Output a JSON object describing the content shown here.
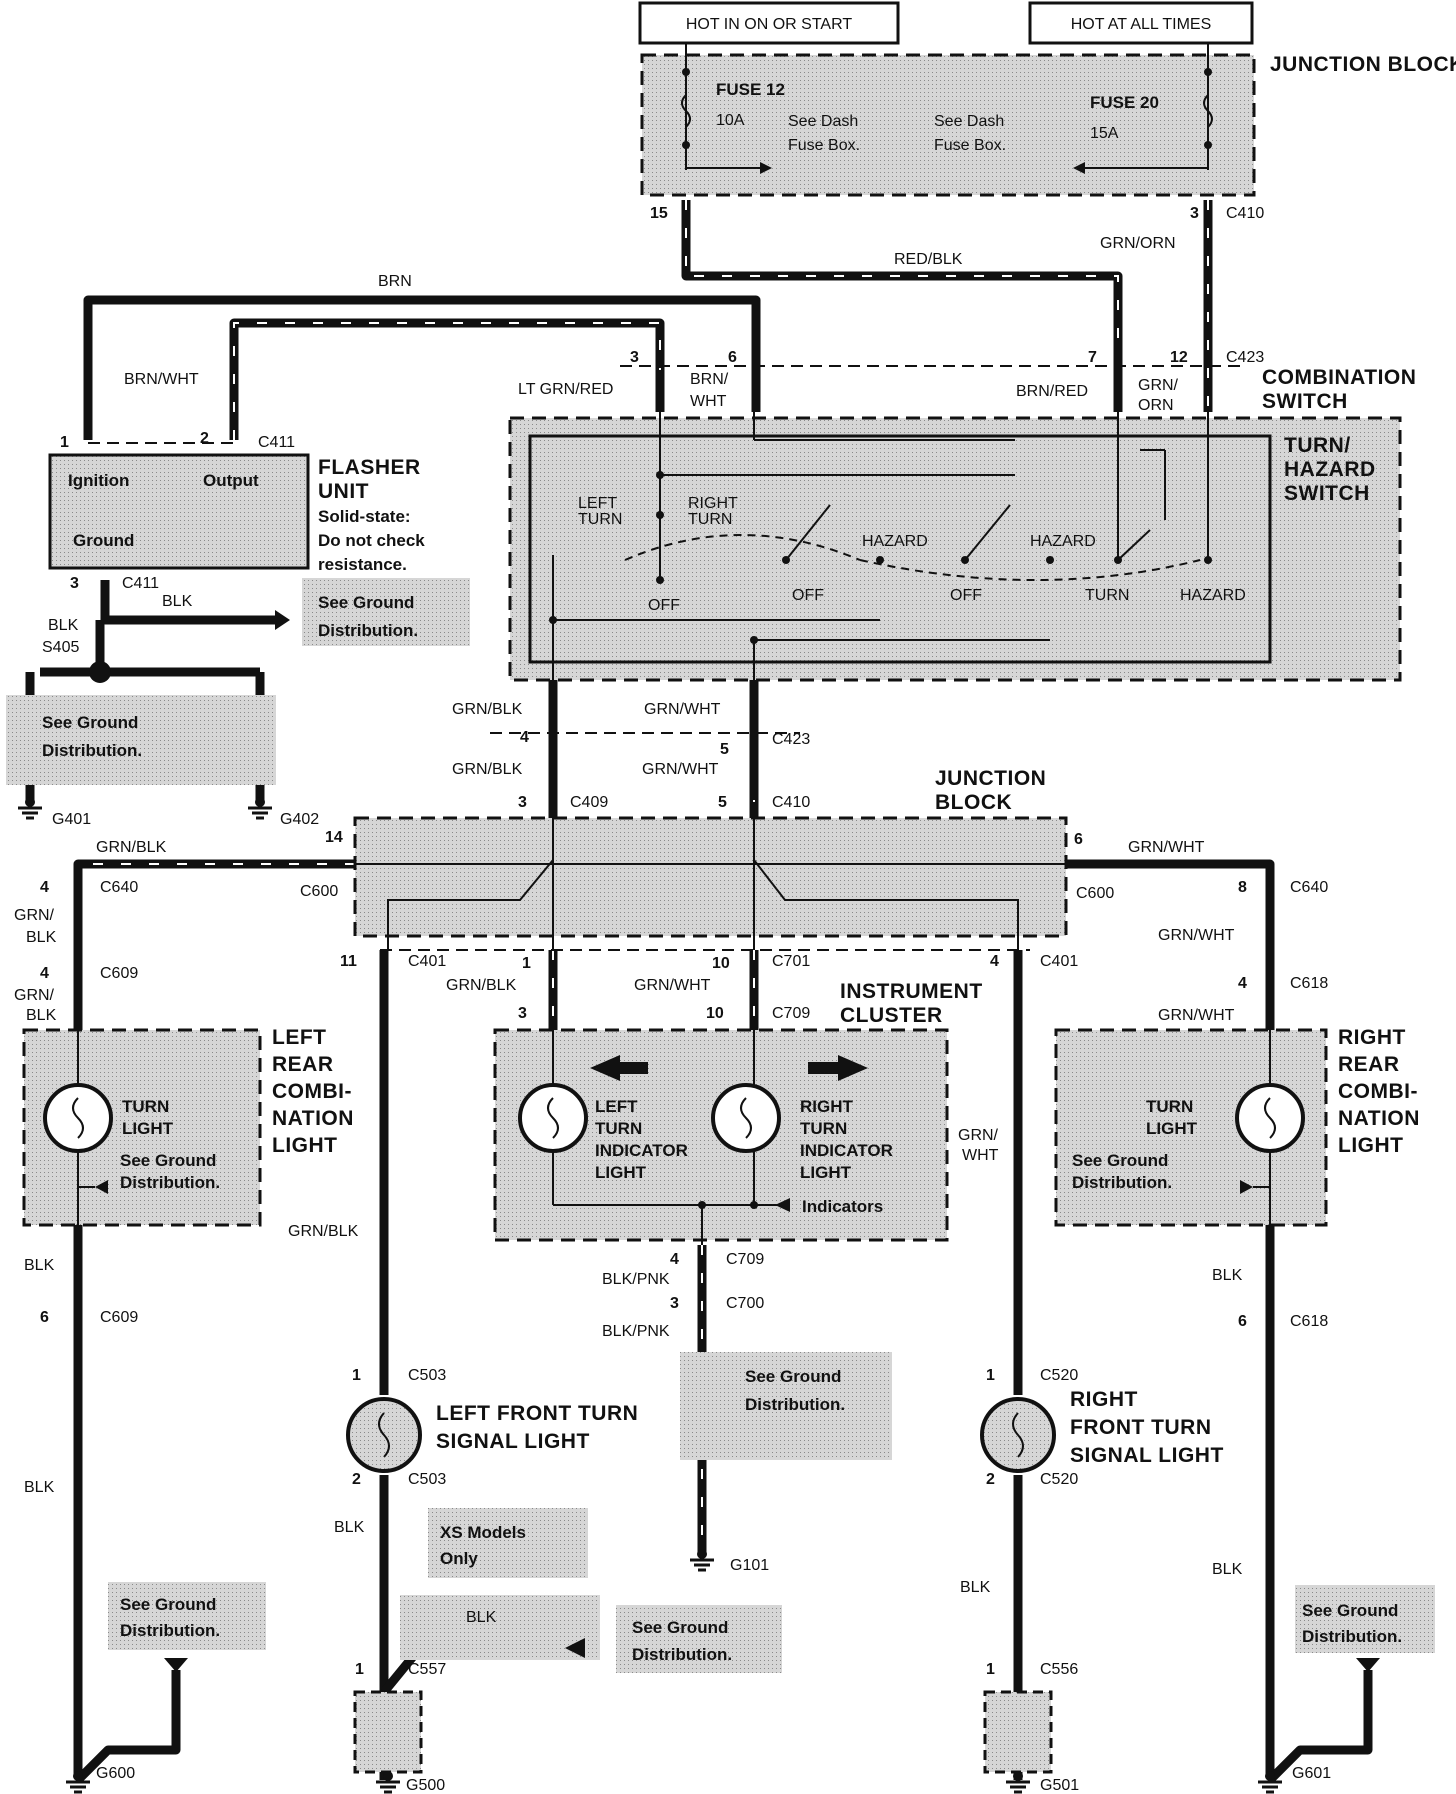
{
  "power": {
    "hot_on_start": "HOT IN ON OR START",
    "hot_all_times": "HOT AT ALL TIMES"
  },
  "junction_top": {
    "label": "JUNCTION BLOCK",
    "fuse12": "FUSE 12",
    "fuse12_amp": "10A",
    "fuse20": "FUSE 20",
    "fuse20_amp": "15A",
    "see_dash": "See Dash",
    "fuse_box": "Fuse Box."
  },
  "wires": {
    "brn": "BRN",
    "red_blk": "RED/BLK",
    "grn_orn": "GRN/ORN",
    "brn_wht": "BRN/WHT",
    "lt_grn_red": "LT GRN/RED",
    "brn_red": "BRN/RED",
    "grn_blk": "GRN/BLK",
    "grn_wht": "GRN/WHT",
    "blk": "BLK",
    "blk_pnk": "BLK/PNK"
  },
  "connectors": {
    "c410": "C410",
    "c423": "C423",
    "c411": "C411",
    "c409": "C409",
    "c600": "C600",
    "c640": "C640",
    "c609": "C609",
    "c401": "C401",
    "c701": "C701",
    "c709": "C709",
    "c618": "C618",
    "c700": "C700",
    "c503": "C503",
    "c520": "C520",
    "c557": "C557",
    "c556": "C556",
    "s405": "S405"
  },
  "grounds": {
    "g401": "G401",
    "g402": "G402",
    "g101": "G101",
    "g600": "G600",
    "g500": "G500",
    "g501": "G501",
    "g601": "G601"
  },
  "pins": {
    "p1": "1",
    "p2": "2",
    "p3": "3",
    "p4": "4",
    "p5": "5",
    "p6": "6",
    "p7": "7",
    "p8": "8",
    "p10": "10",
    "p11": "11",
    "p12": "12",
    "p14": "14",
    "p15": "15"
  },
  "combination_switch": {
    "label": "COMBINATION SWITCH",
    "turn_hazard": "TURN/ HAZARD SWITCH",
    "left_turn": "LEFT TURN",
    "right_turn": "RIGHT TURN",
    "off": "OFF",
    "hazard": "HAZARD",
    "turn": "TURN"
  },
  "flasher": {
    "label": "FLASHER UNIT",
    "note": "Solid-state: Do not check resistance.",
    "ignition": "Ignition",
    "output": "Output",
    "ground": "Ground"
  },
  "ground_dist": "See Ground Distribution.",
  "junction_mid": {
    "label": "JUNCTION BLOCK"
  },
  "instrument_cluster": {
    "label": "INSTRUMENT CLUSTER",
    "left_indicator": "LEFT TURN INDICATOR LIGHT",
    "right_indicator": "RIGHT TURN INDICATOR LIGHT",
    "indicators": "Indicators"
  },
  "left_rear": {
    "label": "LEFT REAR COMBI- NATION LIGHT",
    "turn_light": "TURN LIGHT"
  },
  "right_rear": {
    "label": "RIGHT REAR COMBI- NATION LIGHT",
    "turn_light": "TURN LIGHT"
  },
  "left_front": {
    "label": "LEFT FRONT TURN SIGNAL LIGHT"
  },
  "right_front": {
    "label": "RIGHT FRONT TURN SIGNAL LIGHT"
  },
  "xs_models": "XS Models Only"
}
